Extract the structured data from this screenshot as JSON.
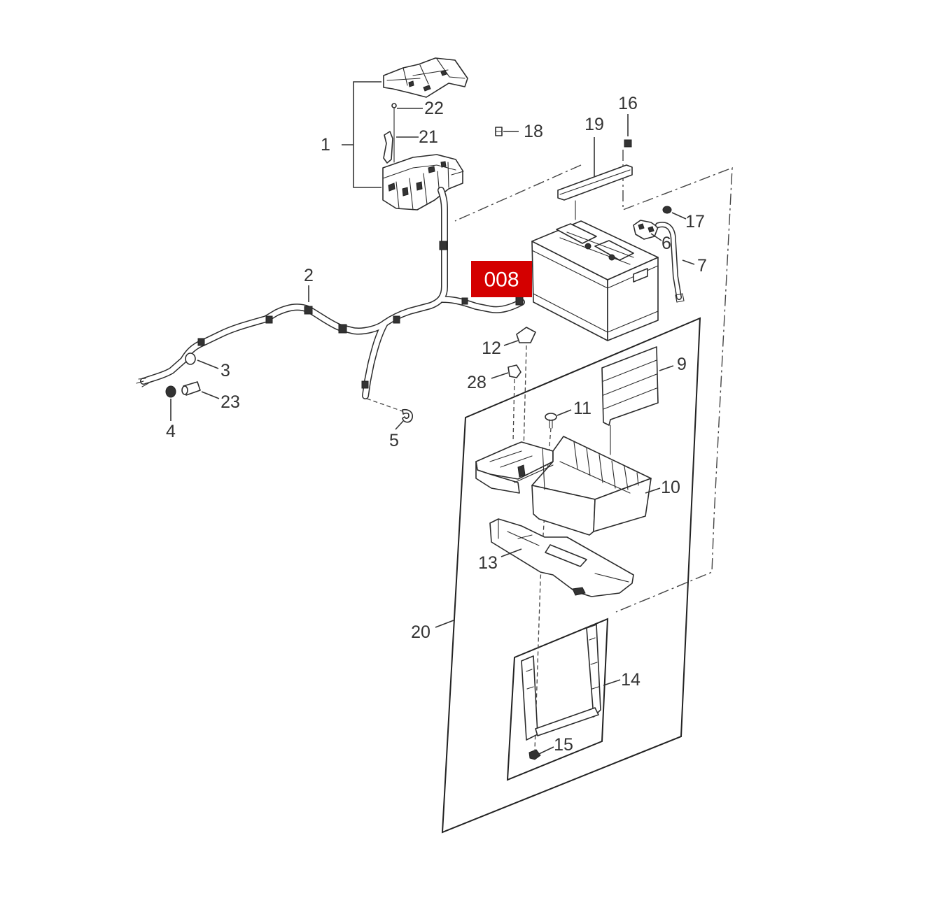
{
  "callouts": {
    "c1": "1",
    "c2": "2",
    "c3": "3",
    "c4": "4",
    "c5": "5",
    "c6": "6",
    "c7": "7",
    "c9": "9",
    "c10": "10",
    "c11": "11",
    "c12": "12",
    "c13": "13",
    "c14": "14",
    "c15": "15",
    "c16": "16",
    "c17": "17",
    "c18": "18",
    "c19": "19",
    "c20": "20",
    "c21": "21",
    "c22": "22",
    "c23": "23",
    "c28": "28"
  },
  "highlight_badge": {
    "label": "008",
    "background": "#d40000",
    "text_color": "#ffffff"
  },
  "colors": {
    "line": "#2b2b2b",
    "callout_text": "#333333",
    "background": "#ffffff"
  }
}
